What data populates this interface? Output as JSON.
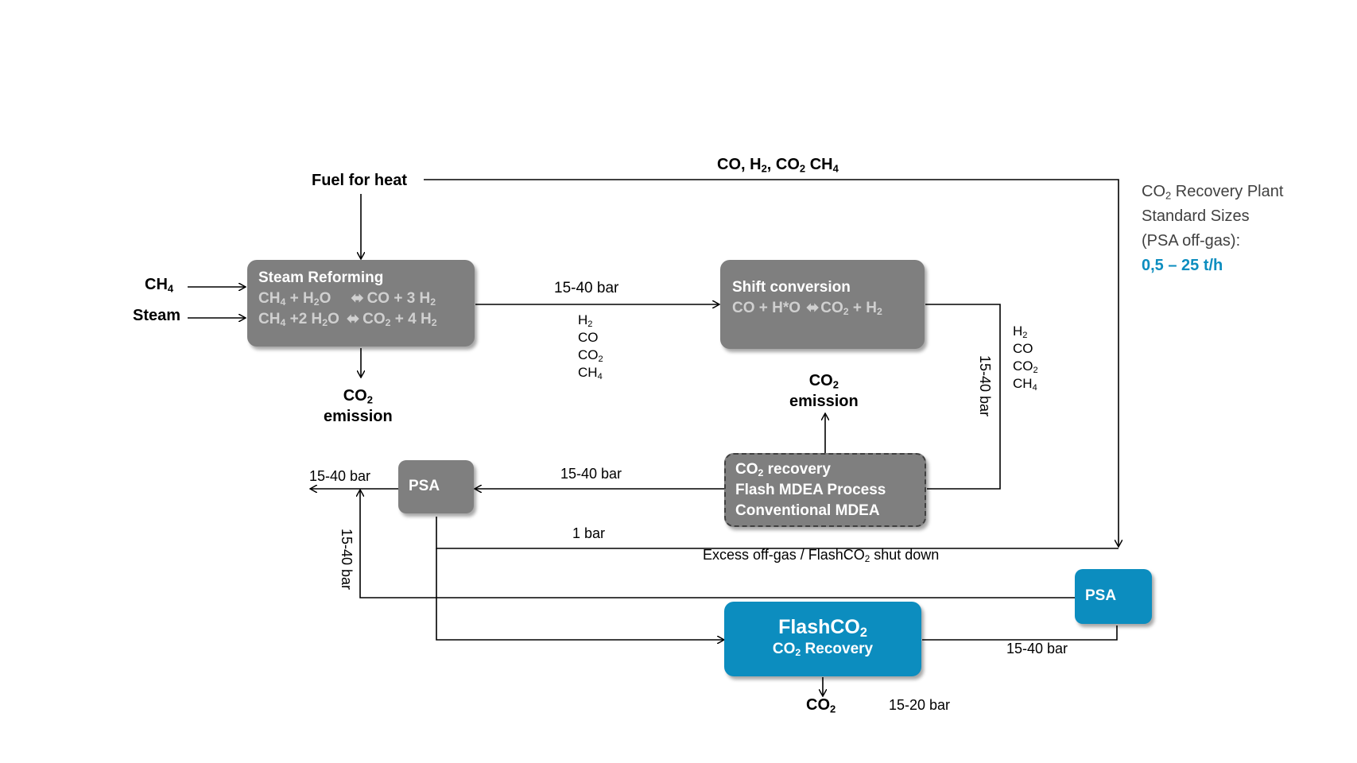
{
  "inputs": {
    "fuel": "Fuel for heat",
    "ch4_base": "CH",
    "ch4_sub": "4",
    "steam": "Steam"
  },
  "top_flow": {
    "text_co": "CO, H",
    "sub2": "2",
    "text_co2": ", CO",
    "text_ch4": " CH",
    "sub4": "4"
  },
  "steam_reforming": {
    "title": "Steam Reforming",
    "eq1": [
      "CH",
      "4",
      " + H",
      "2",
      "O",
      "CO + 3 H",
      "2"
    ],
    "eq2": [
      "CH",
      "4",
      " +2 H",
      "2",
      "O",
      "CO",
      "2",
      " + 4 H",
      "2"
    ]
  },
  "shift": {
    "title": "Shift conversion",
    "eq": [
      "CO + H*O",
      "CO",
      "2",
      " + H",
      "2"
    ]
  },
  "co2_recovery": {
    "line1": [
      "CO",
      "2",
      " recovery"
    ],
    "line2": "Flash MDEA Process",
    "line3": "Conventional MDEA"
  },
  "psa_left": {
    "label": "PSA"
  },
  "psa_right": {
    "label": "PSA"
  },
  "flashco2": {
    "title": [
      "FlashCO",
      "2"
    ],
    "subtitle": [
      "CO",
      "2",
      " Recovery"
    ]
  },
  "emissions": {
    "left": {
      "co2": [
        "CO",
        "2"
      ],
      "label": "emission"
    },
    "middle": {
      "co2": [
        "CO",
        "2"
      ],
      "label": "emission"
    }
  },
  "streams": {
    "gas_list": [
      "H",
      "2",
      "CO",
      "CO",
      "2",
      "CH",
      "4"
    ],
    "p_reform_shift": "15-40 bar",
    "p_shift_down": "15-40 bar",
    "p_recovery_psa": "15-40 bar",
    "p_psa_out": "15-40 bar",
    "p_psa_up": "15-40 bar",
    "p_1bar": "1 bar",
    "excess": [
      "Excess off-gas / FlashCO",
      "2",
      " shut down"
    ],
    "p_flash_psa": "15-40 bar",
    "p_co2_out": "15-20 bar",
    "co2_out": [
      "CO",
      "2"
    ]
  },
  "info": {
    "line1": [
      "CO",
      "2",
      " Recovery Plant"
    ],
    "line2": "Standard Sizes",
    "line3": "(PSA off-gas):",
    "line4": "0,5 – 25 t/h",
    "accent": "#0c8dbf"
  },
  "colors": {
    "grey_box": "#7f7f7f",
    "blue_box": "#0c8dbf",
    "equation_text": "#d0d0d0"
  }
}
